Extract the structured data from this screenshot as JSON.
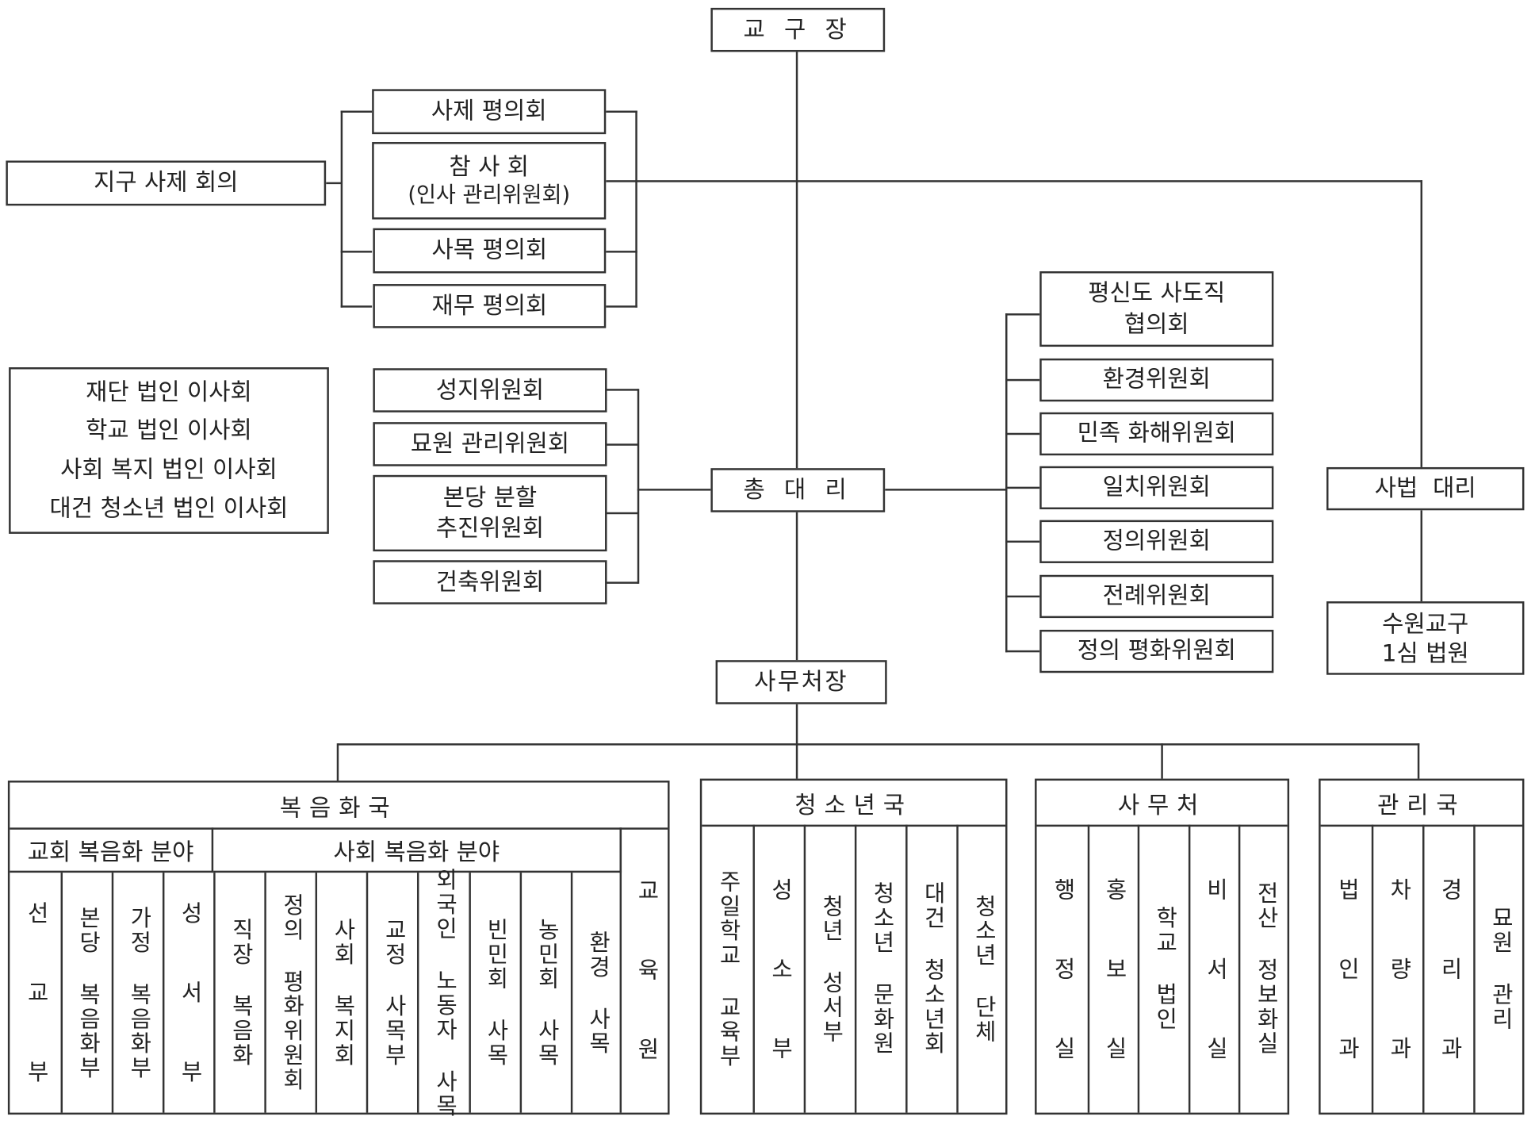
{
  "top": {
    "bishop": "교 구 장",
    "vicar_general": "총 대 리",
    "secretary_general": "사무처장",
    "judicial_vicar": "사법  대리",
    "court": [
      "수원교구",
      "1심 법원"
    ]
  },
  "district": "지구 사제 회의",
  "councils": [
    "사제 평의회",
    [
      "참 사 회",
      "(인사 관리위원회)"
    ],
    "사목 평의회",
    "재무 평의회"
  ],
  "boards": [
    "재단 법인 이사회",
    "학교 법인 이사회",
    "사회 복지 법인 이사회",
    "대건 청소년 법인 이사회"
  ],
  "left_committees": [
    "성지위원회",
    "묘원 관리위원회",
    [
      "본당 분할",
      "추진위원회"
    ],
    "건축위원회"
  ],
  "right_committees": [
    [
      "평신도 사도직",
      "협의회"
    ],
    "환경위원회",
    "민족 화해위원회",
    "일치위원회",
    "정의위원회",
    "전례위원회",
    "정의 평화위원회"
  ],
  "departments": {
    "evangelization": {
      "title": "복음화국",
      "church_area": {
        "title": "교회 복음화 분야",
        "units": [
          "선  교  부",
          "본당 복음화부",
          "가정 복음화부",
          "성  서  부"
        ]
      },
      "social_area": {
        "title": "사회 복음화 분야",
        "units": [
          "직장 복음화",
          "정의 평화위원회",
          "사회 복지회",
          "교정 사목부",
          "외국인 노동자 사목",
          "빈민회 사목",
          "농민회 사목",
          "환경 사목"
        ]
      },
      "education": "교  육  원"
    },
    "youth": {
      "title": "청소년국",
      "units": [
        "주일학교 교육부",
        "성  소  부",
        "청년 성서부",
        "청소년 문화원",
        "대건 청소년회",
        "청소년 단체"
      ]
    },
    "secretariat": {
      "title": "사무처",
      "units": [
        "행  정  실",
        "홍  보  실",
        "학교 법인",
        "비  서  실",
        "전산 정보화실"
      ]
    },
    "management": {
      "title": "관리국",
      "units": [
        "법  인  과",
        "차  량  과",
        "경  리  과",
        "묘원 관리"
      ]
    }
  }
}
